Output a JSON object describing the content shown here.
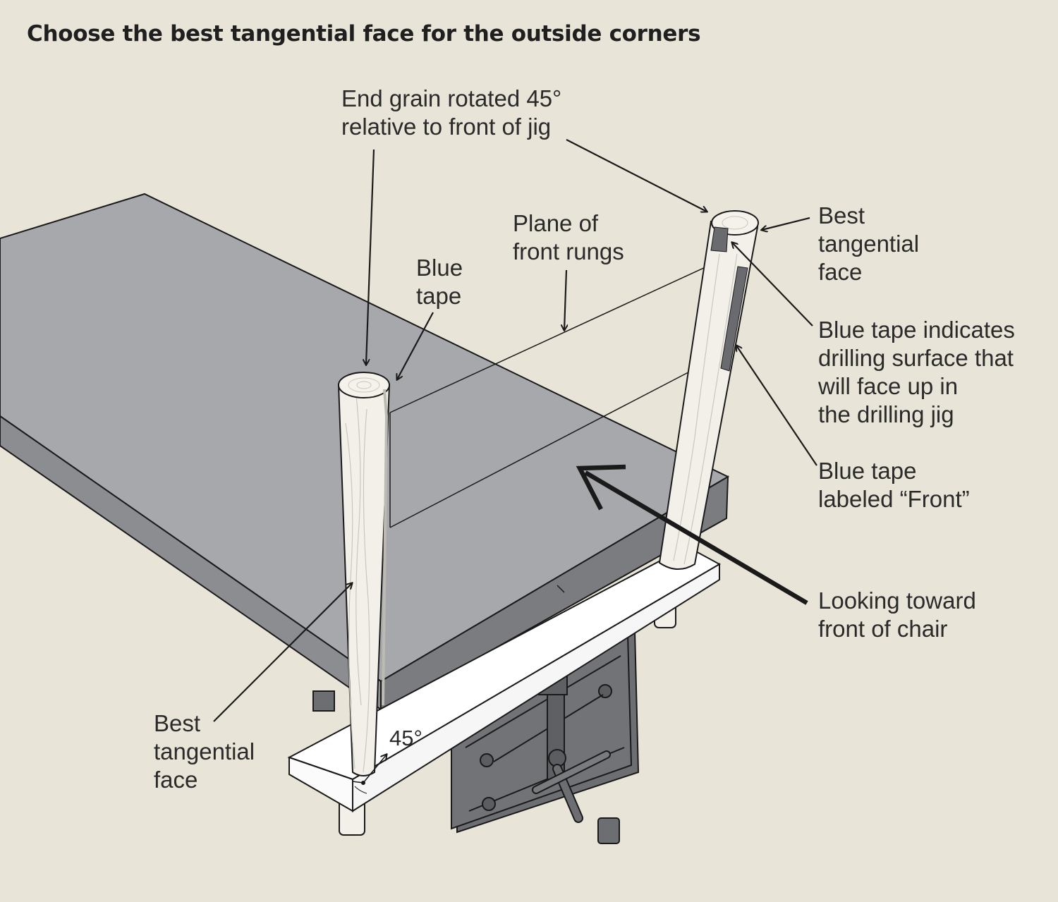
{
  "title": "Choose the best tangential face for the outside corners",
  "labels": {
    "end_grain": [
      "End grain rotated 45°",
      "relative to front of jig"
    ],
    "plane": [
      "Plane of",
      "front rungs"
    ],
    "blue_tape": [
      "Blue",
      "tape"
    ],
    "best_face_right": [
      "Best",
      "tangential",
      "face"
    ],
    "drilling_surface": [
      "Blue tape indicates",
      "drilling surface that",
      "will face up in",
      "the drilling jig"
    ],
    "front_tape": [
      "Blue tape",
      "labeled “Front”"
    ],
    "looking": [
      "Looking toward",
      "front of chair"
    ],
    "best_face_left": [
      "Best",
      "tangential",
      "face"
    ],
    "angle": "45°"
  },
  "colors": {
    "background": "#e9e4d8",
    "bench_top": "#a7a8ab",
    "bench_side": "#808184",
    "jig_board": "#ffffff",
    "leg_wood": "#f3f0ea",
    "vise": "#6d6e71",
    "tape": "#6a6b6e",
    "ink": "#1a1a1a"
  }
}
